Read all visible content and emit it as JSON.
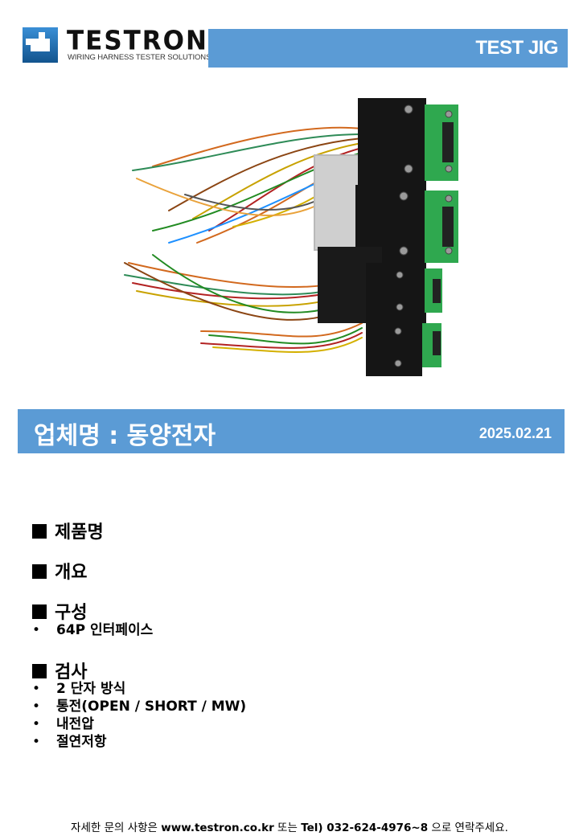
{
  "header": {
    "logo_word": "TESTRON",
    "logo_tagline": "WIRING HARNESS TESTER SOLUTIONS",
    "title": "TEST JIG"
  },
  "company_bar": {
    "name": "업체명 : 동양전자",
    "date": "2025.02.21"
  },
  "sections": {
    "product_name": {
      "heading": "제품명"
    },
    "overview": {
      "heading": "개요"
    },
    "composition": {
      "heading": "구성",
      "items": [
        "64P 인터페이스"
      ]
    },
    "inspection": {
      "heading": "검사",
      "items": [
        "2 단자 방식",
        "통전(OPEN / SHORT / MW)",
        "내전압",
        "절연저항"
      ]
    }
  },
  "footer": {
    "prefix": "자세한 문의 사항은 ",
    "website": "www.testron.co.kr",
    "middle": " 또는 ",
    "phone": "Tel) 032-624-4976~8",
    "suffix": " 으로 연락주세요."
  },
  "colors": {
    "accent": "#5b9bd5",
    "logo_blue": "#1f6fb5"
  }
}
